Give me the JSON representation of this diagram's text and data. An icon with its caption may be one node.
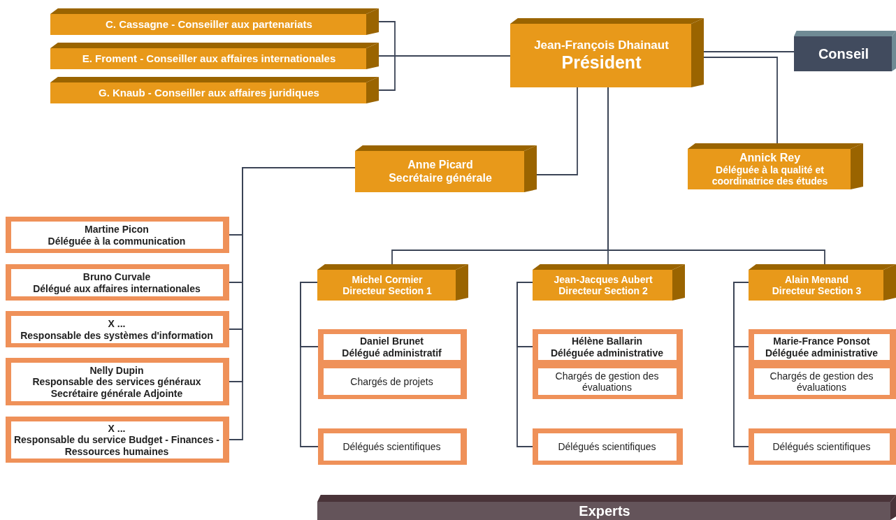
{
  "diagram": {
    "nodes": [
      {
        "text": [
          "C. Cassagne - Conseiller aux partenariats"
        ]
      },
      {
        "text": [
          "E. Froment - Conseiller aux affaires internationales"
        ]
      },
      {
        "text": [
          "G. Knaub - Conseiller aux affaires juridiques"
        ]
      },
      {
        "text": [
          "Jean-François Dhainaut",
          "Président"
        ]
      },
      {
        "text": [
          "Conseil"
        ]
      },
      {
        "text": [
          "Anne Picard",
          "Secrétaire générale"
        ]
      },
      {
        "text": [
          "Annick Rey",
          "Déléguée à la qualité et coordinatrice des études"
        ]
      },
      {
        "text": [
          "Martine Picon",
          "Déléguée à la communication"
        ]
      },
      {
        "text": [
          "Bruno Curvale",
          "Délégué aux affaires internationales"
        ]
      },
      {
        "text": [
          "X ...",
          "Responsable des systèmes d'information"
        ]
      },
      {
        "text": [
          "Nelly Dupin",
          "Responsable des services généraux",
          "Secrétaire générale Adjointe"
        ]
      },
      {
        "text": [
          "X ...",
          "Responsable du service Budget - Finances - Ressources humaines"
        ]
      },
      {
        "text": [
          "Michel Cormier",
          "Directeur Section 1"
        ]
      },
      {
        "text": [
          "Daniel Brunet",
          "Délégué administratif"
        ]
      },
      {
        "text": [
          "Chargés de projets"
        ]
      },
      {
        "text": [
          "Délégués scientifiques"
        ]
      },
      {
        "text": [
          "Jean-Jacques Aubert",
          "Directeur Section 2"
        ]
      },
      {
        "text": [
          "Hélène Ballarin",
          "Déléguée administrative"
        ]
      },
      {
        "text": [
          "Chargés de gestion des évaluations"
        ]
      },
      {
        "text": [
          "Délégués scientifiques"
        ]
      },
      {
        "text": [
          "Alain Menand",
          "Directeur Section 3"
        ]
      },
      {
        "text": [
          "Marie-France Ponsot",
          "Déléguée administrative"
        ]
      },
      {
        "text": [
          "Chargés de gestion des évaluations"
        ]
      },
      {
        "text": [
          "Délégués scientifiques"
        ]
      },
      {
        "text": [
          "Experts"
        ]
      }
    ],
    "edges": [
      {
        "from": 0,
        "to": 3,
        "arrow": "none"
      },
      {
        "from": 1,
        "to": 3,
        "arrow": "none"
      },
      {
        "from": 2,
        "to": 3,
        "arrow": "none"
      },
      {
        "from": 3,
        "to": 4,
        "arrow": "none"
      },
      {
        "from": 3,
        "to": 6,
        "arrow": "none"
      },
      {
        "from": 3,
        "to": 5,
        "arrow": "none"
      },
      {
        "from": 3,
        "to": 12,
        "arrow": "none"
      },
      {
        "from": 3,
        "to": 16,
        "arrow": "none"
      },
      {
        "from": 3,
        "to": 20,
        "arrow": "none"
      },
      {
        "from": 5,
        "to": 7,
        "arrow": "none"
      },
      {
        "from": 5,
        "to": 8,
        "arrow": "none"
      },
      {
        "from": 5,
        "to": 9,
        "arrow": "none"
      },
      {
        "from": 5,
        "to": 10,
        "arrow": "none"
      },
      {
        "from": 5,
        "to": 11,
        "arrow": "none"
      },
      {
        "from": 12,
        "to": 13,
        "arrow": "none"
      },
      {
        "from": 12,
        "to": 15,
        "arrow": "none"
      },
      {
        "from": 16,
        "to": 17,
        "arrow": "none"
      },
      {
        "from": 16,
        "to": 19,
        "arrow": "none"
      },
      {
        "from": 20,
        "to": 21,
        "arrow": "none"
      },
      {
        "from": 20,
        "to": 23,
        "arrow": "none"
      }
    ]
  }
}
